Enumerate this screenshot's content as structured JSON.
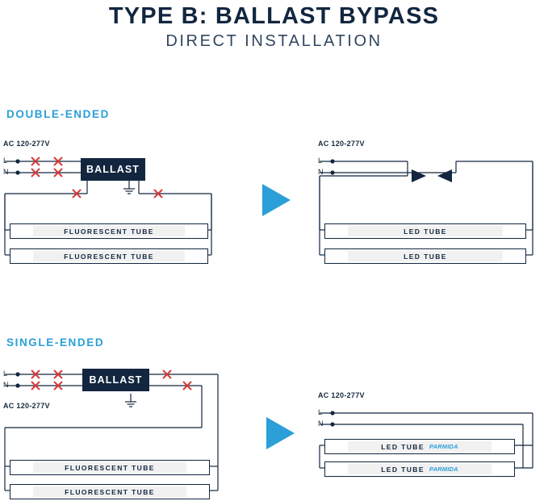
{
  "header": {
    "title": "TYPE B: BALLAST BYPASS",
    "subtitle": "DIRECT INSTALLATION"
  },
  "sections": [
    {
      "id": "double-ended",
      "label": "DOUBLE-ENDED"
    },
    {
      "id": "single-ended",
      "label": "SINGLE-ENDED"
    }
  ],
  "diagrams": {
    "double_before": {
      "supply": "AC 120-277V",
      "line": "L",
      "neutral": "N",
      "ballast": "BALLAST",
      "tubes": [
        "FLUORESCENT TUBE",
        "FLUORESCENT TUBE"
      ]
    },
    "double_after": {
      "supply": "AC 120-277V",
      "line": "L",
      "neutral": "N",
      "tubes": [
        "LED TUBE",
        "LED TUBE"
      ]
    },
    "single_before": {
      "supply": "AC 120-277V",
      "line": "L",
      "neutral": "N",
      "ballast": "BALLAST",
      "tubes": [
        "FLUORESCENT TUBE",
        "FLUORESCENT TUBE"
      ]
    },
    "single_after": {
      "supply": "AC 120-277V",
      "line": "L",
      "neutral": "N",
      "tubes": [
        "LED TUBE",
        "LED TUBE"
      ],
      "brand": "PARMIDA"
    }
  },
  "colors": {
    "dark": "#12263f",
    "accent": "#2a9fd8",
    "cross": "#d93b3b",
    "tube_fill": "#f1f1f1"
  }
}
